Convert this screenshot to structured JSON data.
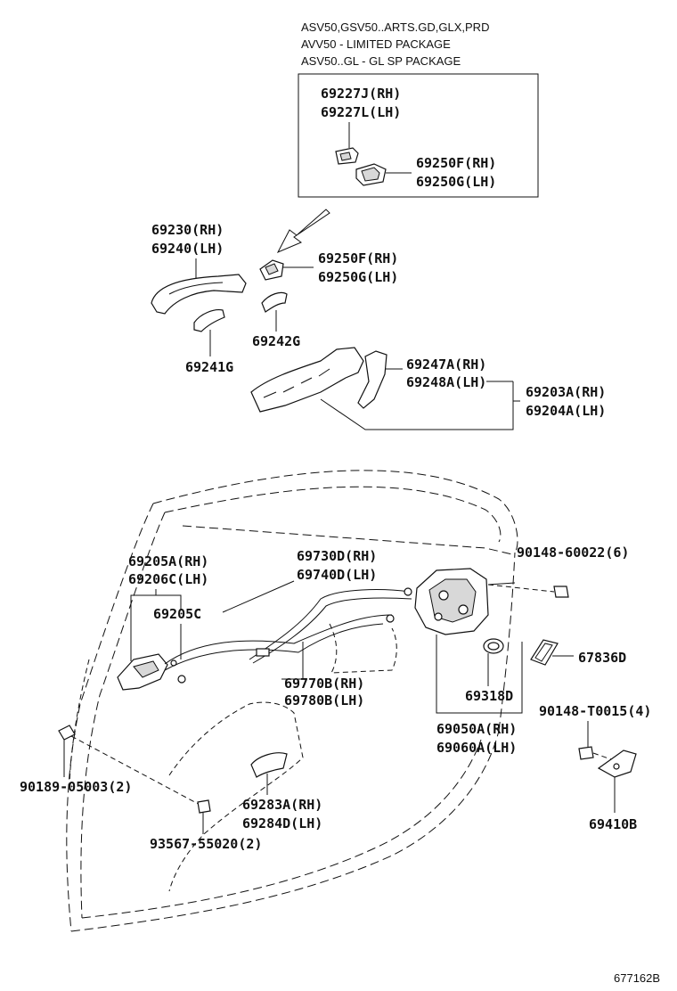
{
  "package_notes": [
    "ASV50,GSV50..ARTS.GD,GLX,PRD",
    "AVV50 - LIMITED PACKAGE",
    "ASV50..GL - GL SP PACKAGE"
  ],
  "parts": {
    "p69227J": "69227J(RH)",
    "p69227L": "69227L(LH)",
    "p69250F_box": "69250F(RH)",
    "p69250G_box": "69250G(LH)",
    "p69230": "69230(RH)",
    "p69240": "69240(LH)",
    "p69250F": "69250F(RH)",
    "p69250G": "69250G(LH)",
    "p69242G": "69242G",
    "p69241G": "69241G",
    "p69247A": "69247A(RH)",
    "p69248A": "69248A(LH)",
    "p69203A": "69203A(RH)",
    "p69204A": "69204A(LH)",
    "p69205A": "69205A(RH)",
    "p69206C": "69206C(LH)",
    "p69205C": "69205C",
    "p69730D": "69730D(RH)",
    "p69740D": "69740D(LH)",
    "p90148_60022": "90148-60022(6)",
    "p67836D": "67836D",
    "p69318D": "69318D",
    "p69770B": "69770B(RH)",
    "p69780B": "69780B(LH)",
    "p69050A": "69050A(RH)",
    "p69060A": "69060A(LH)",
    "p90148_T0015": "90148-T0015(4)",
    "p90189_05003": "90189-05003(2)",
    "p69283A": "69283A(RH)",
    "p69284D": "69284D(LH)",
    "p69410B": "69410B",
    "p93567_55020": "93567-55020(2)"
  },
  "figure_id": "677162B"
}
